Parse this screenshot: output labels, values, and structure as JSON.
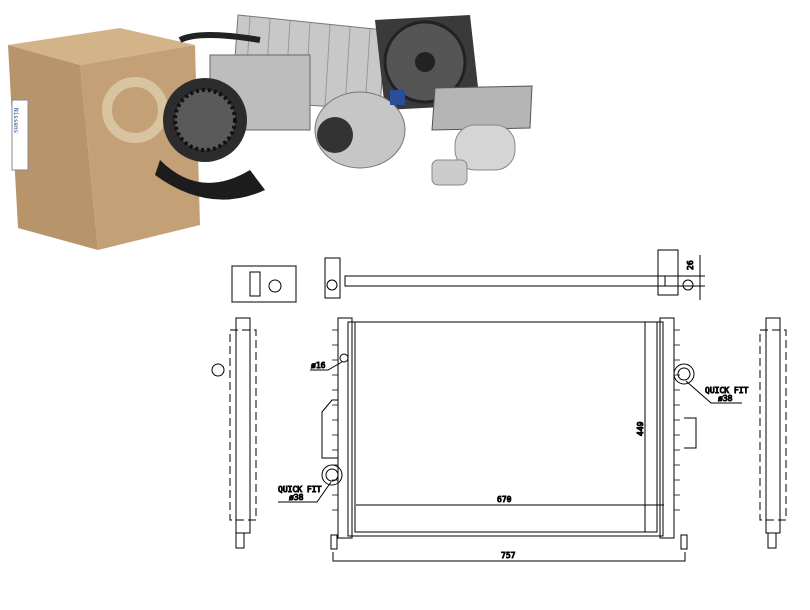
{
  "product_photo": {
    "box_brand": "Nissens",
    "items": [
      "box-icon",
      "blower-icon",
      "evaporator-icon",
      "condenser-icon",
      "fan-icon",
      "compressor-icon",
      "heater-core-icon",
      "dryer-icon"
    ]
  },
  "drawing": {
    "dim_top_thickness": "26",
    "dim_height": "449",
    "dim_core_width": "670",
    "dim_overall_width": "757",
    "label_pipe_small": "ø16",
    "label_quick_fit_left": "QUICK FIT",
    "label_quick_fit_left_size": "ø38",
    "label_quick_fit_right": "QUICK FIT",
    "label_quick_fit_right_size": "ø38"
  },
  "colors": {
    "box": "#b8946a",
    "metal": "#9a9a9a",
    "line": "#000000"
  }
}
